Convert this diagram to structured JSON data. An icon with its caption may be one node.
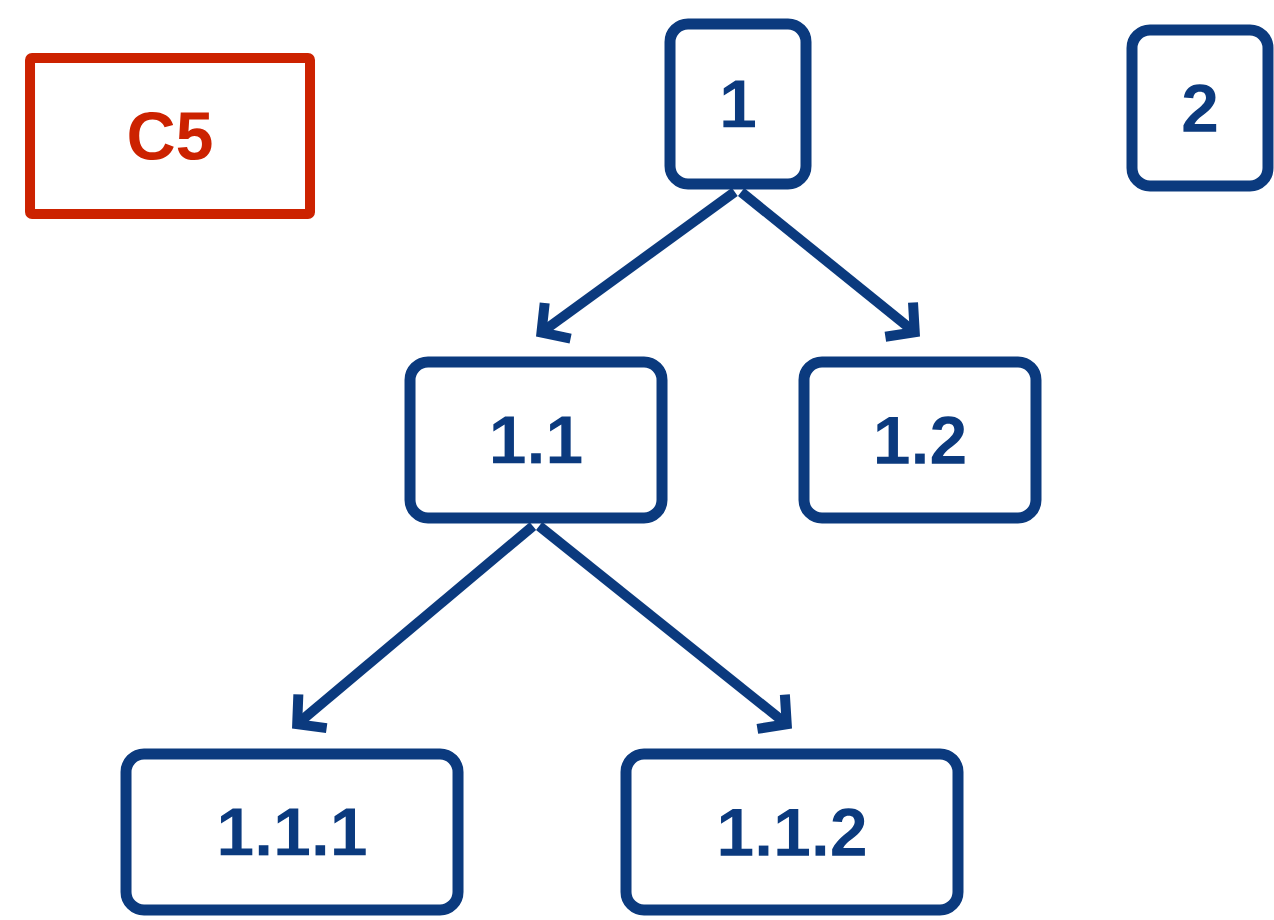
{
  "diagram": {
    "nodes": [
      {
        "text": [
          "C5"
        ]
      },
      {
        "text": [
          "1"
        ]
      },
      {
        "text": [
          "2"
        ]
      },
      {
        "text": [
          "1.1"
        ]
      },
      {
        "text": [
          "1.2"
        ]
      },
      {
        "text": [
          "1.1.1"
        ]
      },
      {
        "text": [
          "1.1.2"
        ]
      }
    ],
    "edges": [
      {
        "from": 1,
        "to": 3,
        "arrow": "to"
      },
      {
        "from": 1,
        "to": 4,
        "arrow": "to"
      },
      {
        "from": 3,
        "to": 5,
        "arrow": "to"
      },
      {
        "from": 3,
        "to": 6,
        "arrow": "to"
      }
    ]
  }
}
